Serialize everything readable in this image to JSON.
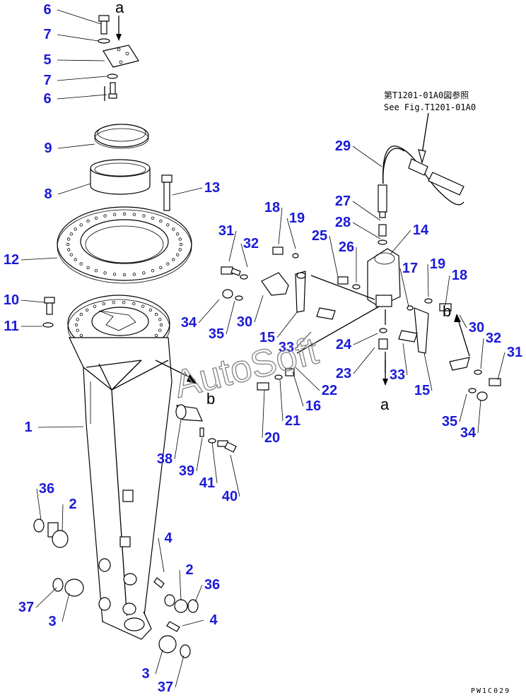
{
  "diagram": {
    "reference_note": [
      "第T1201-01A0図参照",
      "See Fig.T1201-01A0"
    ],
    "drawing_code": "PW1C029",
    "watermark": "AutoSoft",
    "view_marks": {
      "a_top": "a",
      "a_bottom": "a",
      "b_left": "b",
      "b_right": "b"
    },
    "labels": [
      "6",
      "7",
      "5",
      "7",
      "6",
      "9",
      "8",
      "13",
      "12",
      "10",
      "11",
      "1",
      "31",
      "32",
      "18",
      "19",
      "25",
      "26",
      "29",
      "27",
      "28",
      "14",
      "34",
      "35",
      "30",
      "15",
      "33",
      "24",
      "17",
      "19",
      "18",
      "20",
      "21",
      "16",
      "22",
      "23",
      "33",
      "15",
      "30",
      "32",
      "31",
      "35",
      "34",
      "38",
      "39",
      "41",
      "40",
      "36",
      "2",
      "4",
      "2",
      "36",
      "37",
      "3",
      "4",
      "3",
      "37"
    ]
  }
}
